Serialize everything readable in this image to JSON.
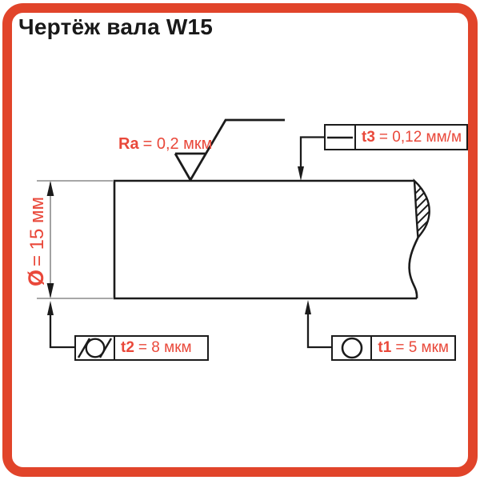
{
  "colors": {
    "border-accent": "#E1442A",
    "accent": "#E9483A",
    "ink": "#1B1B1B",
    "dim-line": "#8A8A8A"
  },
  "header": {
    "title": "Чертёж вала W15"
  },
  "drawing": {
    "diameter": {
      "symbol": "Ø",
      "value": "= 15 мм"
    },
    "roughness": {
      "name": "Ra",
      "value": "= 0,2 мкм"
    },
    "tolerances": {
      "t3": {
        "label": "t3",
        "value": "= 0,12 мм/м",
        "symbol_icon": "straightness-icon"
      },
      "t2": {
        "label": "t2",
        "value": "= 8 мкм",
        "symbol_icon": "cylindricity-icon"
      },
      "t1": {
        "label": "t1",
        "value": "= 5 мкм",
        "symbol_icon": "roundness-icon"
      }
    }
  }
}
